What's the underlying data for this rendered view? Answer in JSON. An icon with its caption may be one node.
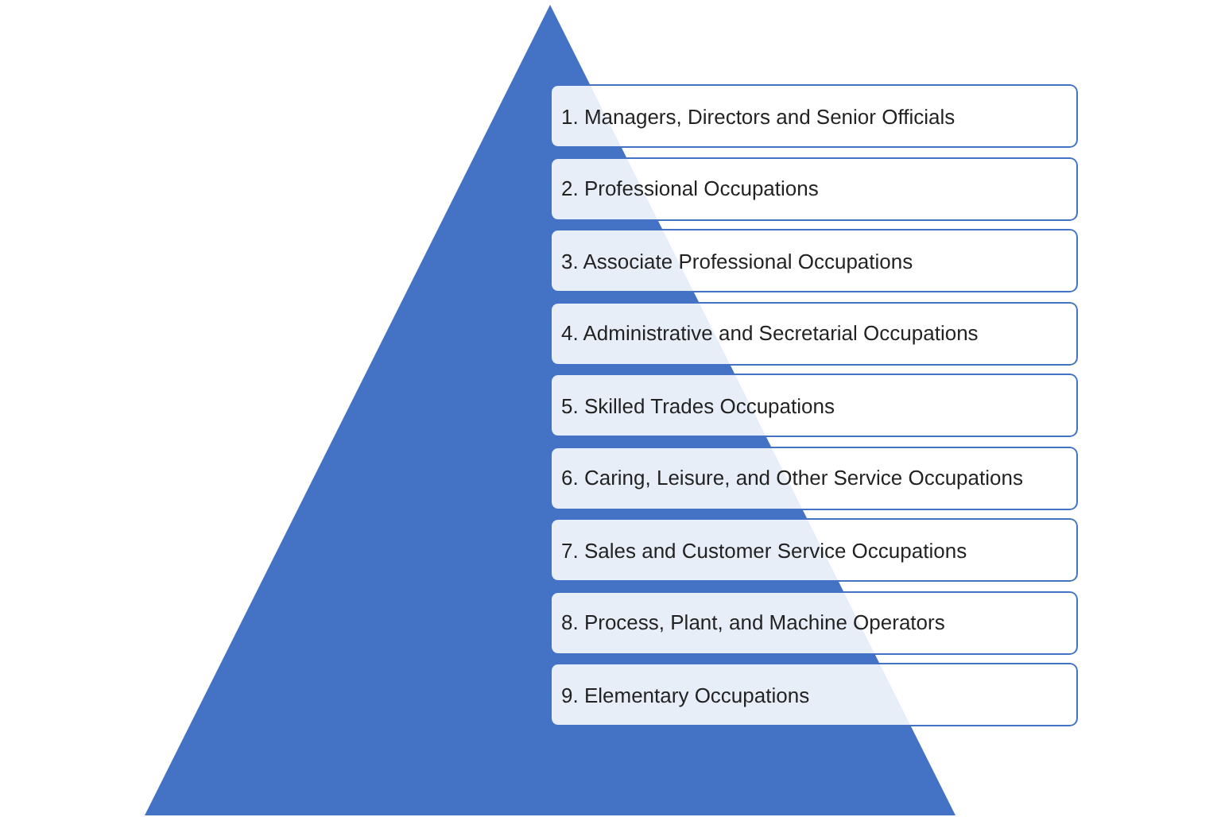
{
  "diagram": {
    "nodes": [
      {
        "text": [],
        "shape": "triangle"
      },
      {
        "text": [
          "1. Managers, Directors and Senior Officials"
        ]
      },
      {
        "text": [
          "2. Professional Occupations"
        ]
      },
      {
        "text": [
          "3. Associate Professional Occupations"
        ]
      },
      {
        "text": [
          "4. Administrative and Secretarial Occupations"
        ]
      },
      {
        "text": [
          "5. Skilled Trades Occupations"
        ]
      },
      {
        "text": [
          "6. Caring, Leisure, and Other Service Occupations"
        ]
      },
      {
        "text": [
          "7. Sales and Customer Service Occupations"
        ]
      },
      {
        "text": [
          "8. Process, Plant, and Machine Operators"
        ]
      },
      {
        "text": [
          "9. Elementary Occupations"
        ]
      }
    ]
  }
}
